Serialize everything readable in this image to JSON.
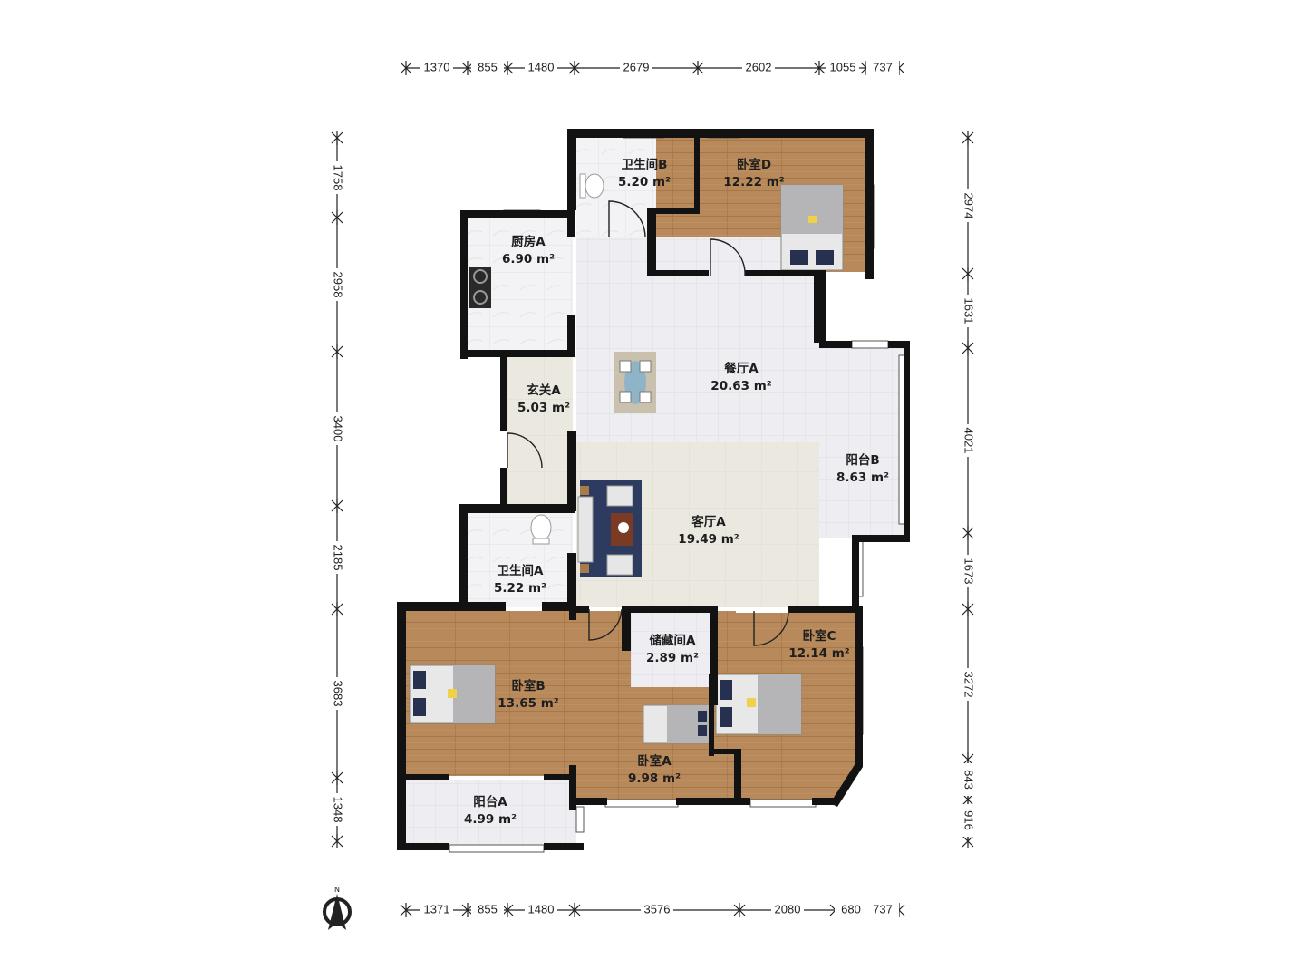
{
  "rooms": {
    "bath_b": {
      "name": "卫生间B",
      "area": "5.20 m²"
    },
    "bedroom_d": {
      "name": "卧室D",
      "area": "12.22 m²"
    },
    "kitchen_a": {
      "name": "厨房A",
      "area": "6.90 m²"
    },
    "dining_a": {
      "name": "餐厅A",
      "area": "20.63 m²"
    },
    "foyer_a": {
      "name": "玄关A",
      "area": "5.03 m²"
    },
    "balcony_b": {
      "name": "阳台B",
      "area": "8.63 m²"
    },
    "living_a": {
      "name": "客厅A",
      "area": "19.49 m²"
    },
    "bath_a": {
      "name": "卫生间A",
      "area": "5.22 m²"
    },
    "storage_a": {
      "name": "储藏间A",
      "area": "2.89 m²"
    },
    "bedroom_c": {
      "name": "卧室C",
      "area": "12.14 m²"
    },
    "bedroom_b": {
      "name": "卧室B",
      "area": "13.65 m²"
    },
    "bedroom_a": {
      "name": "卧室A",
      "area": "9.98 m²"
    },
    "balcony_a": {
      "name": "阳台A",
      "area": "4.99 m²"
    }
  },
  "dimensions": {
    "top": [
      "1370",
      "855",
      "1480",
      "2679",
      "2602",
      "1055",
      "737"
    ],
    "bottom": [
      "1371",
      "855",
      "1480",
      "3576",
      "2080",
      "680",
      "737"
    ],
    "left": [
      "1758",
      "2958",
      "3400",
      "2185",
      "3683",
      "1348"
    ],
    "right": [
      "2974",
      "1631",
      "4021",
      "1673",
      "3272",
      "843",
      "916"
    ]
  },
  "compass": {
    "label": "N"
  },
  "colors": {
    "wood_floor": "#b88a5c",
    "tile_floor": "#eeeef1",
    "living_floor": "#e9e6de",
    "wall": "#121212"
  }
}
